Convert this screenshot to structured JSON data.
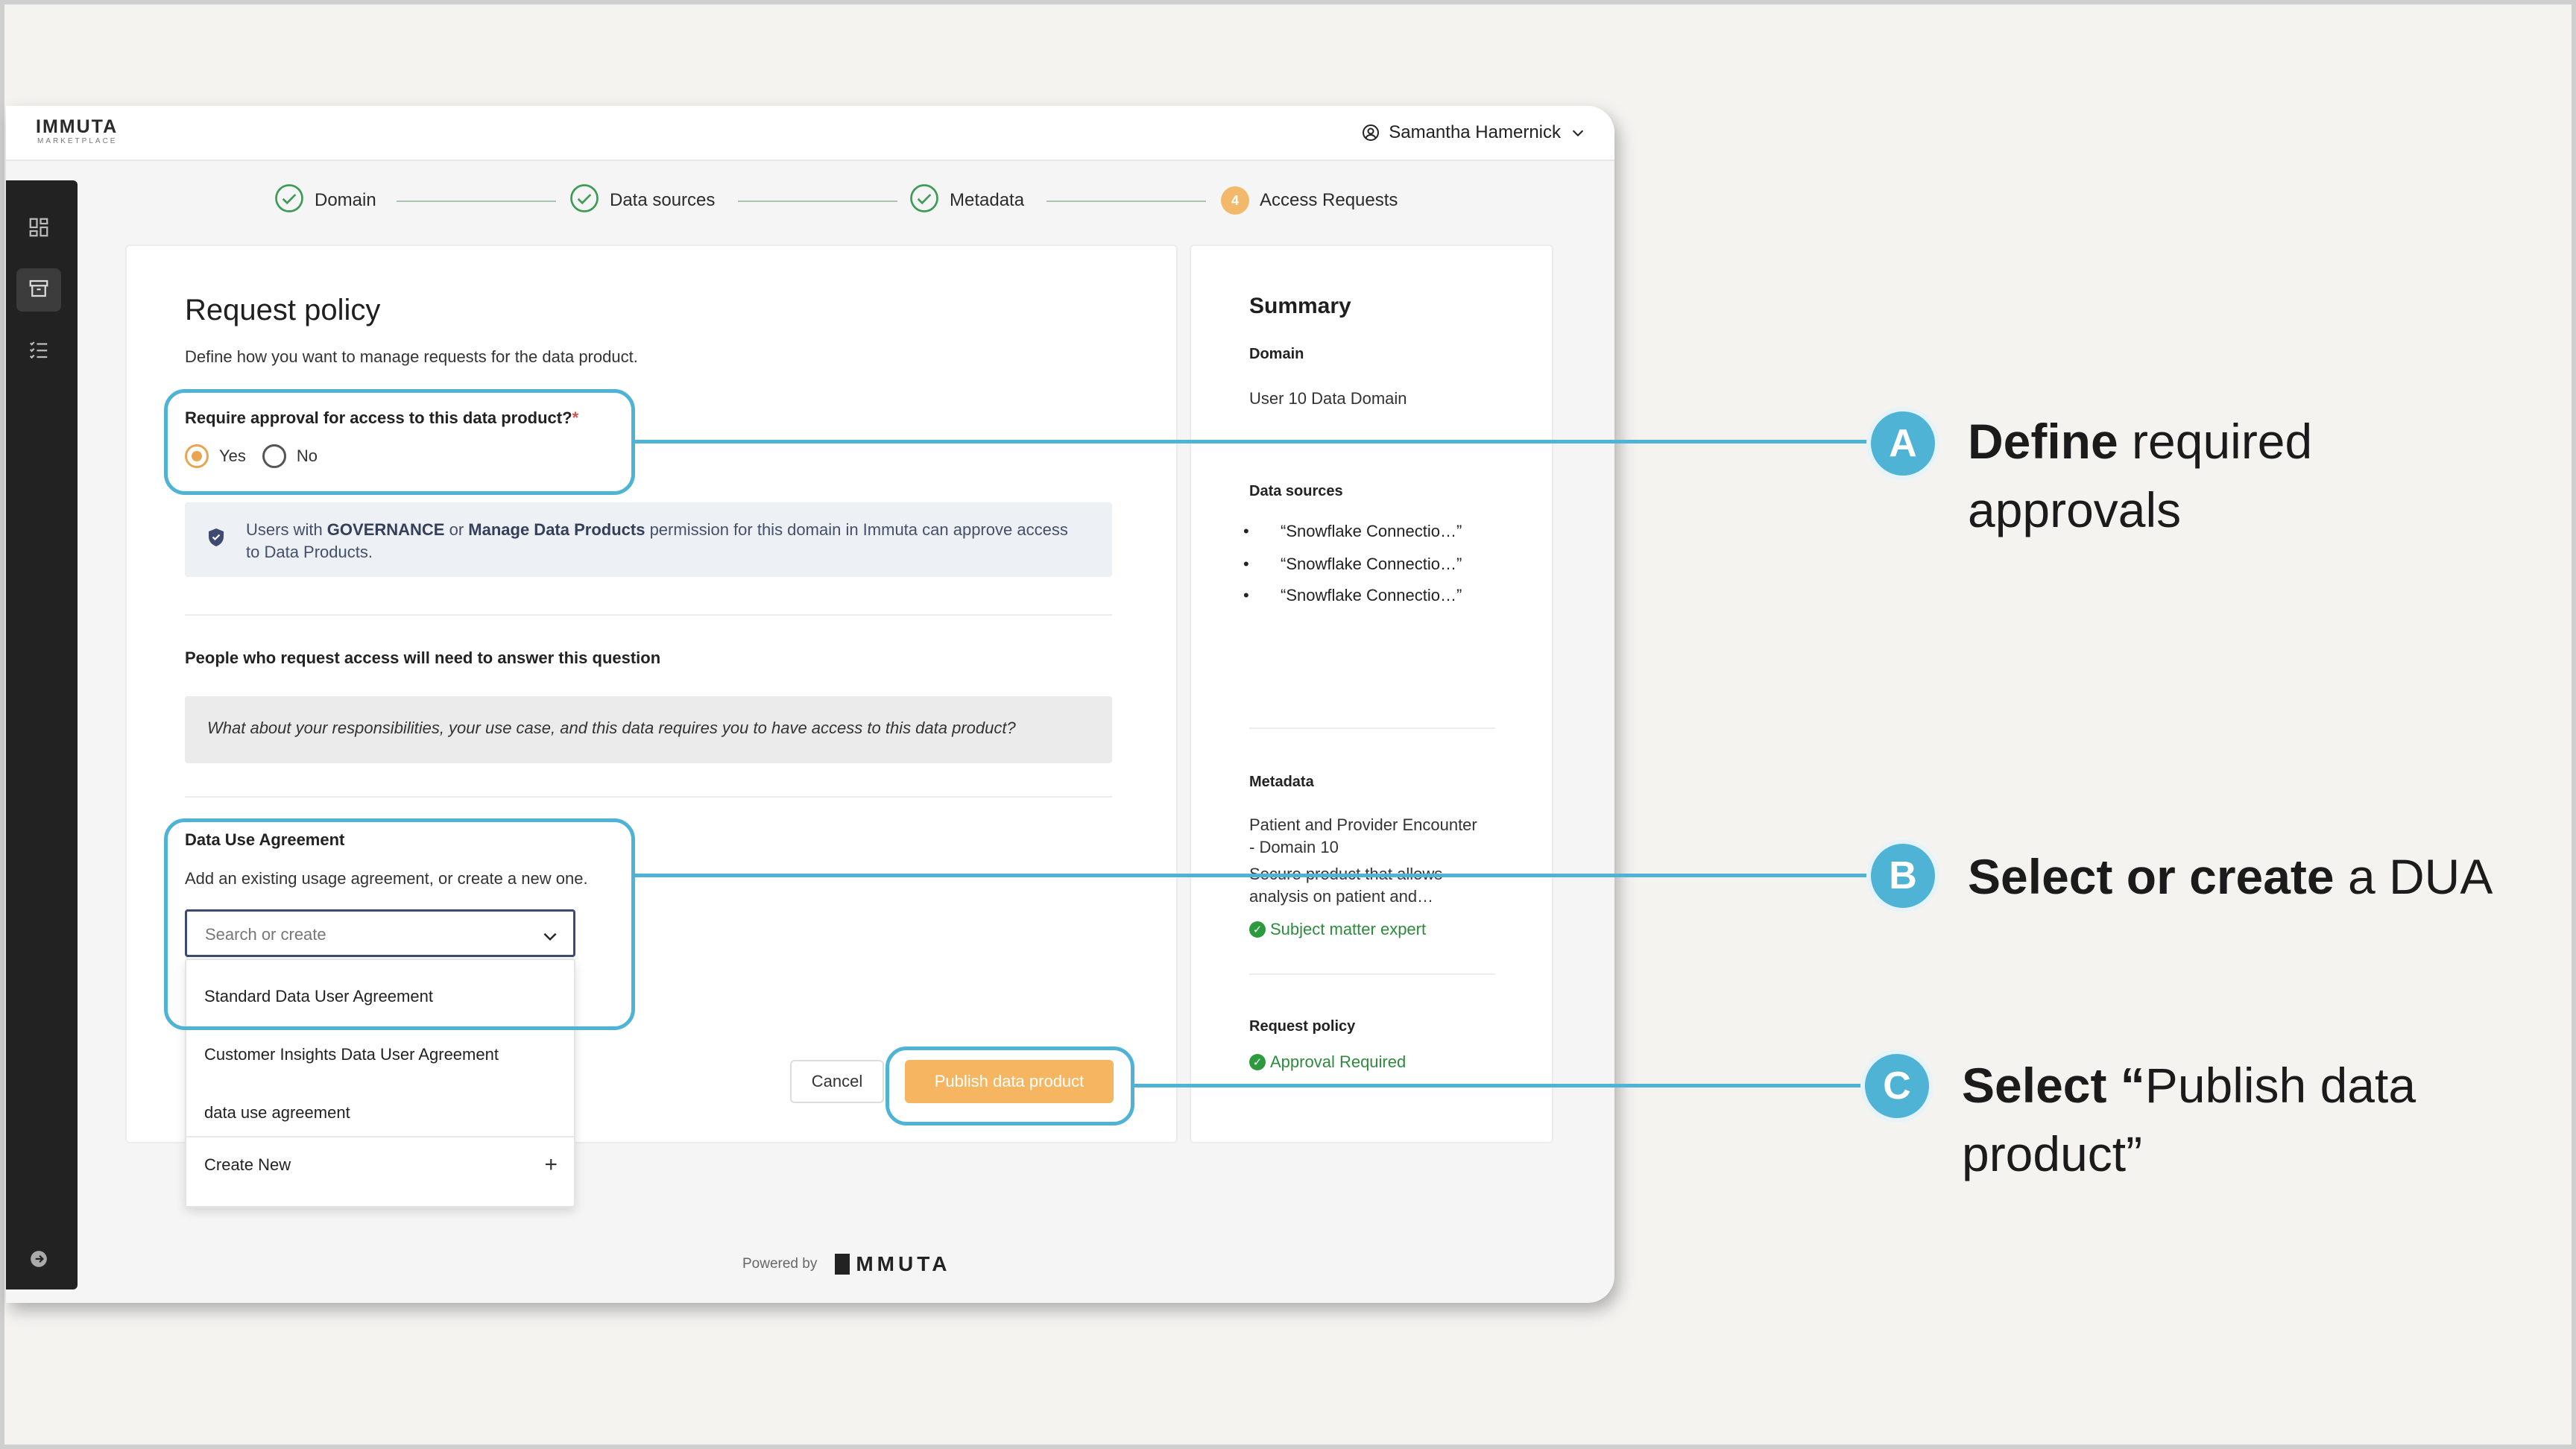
{
  "app": {
    "logo": "IMMUTA",
    "logo_sub": "MARKETPLACE",
    "user_name": "Samantha Hamernick"
  },
  "stepper": {
    "steps": [
      {
        "label": "Domain",
        "state": "complete"
      },
      {
        "label": "Data sources",
        "state": "complete"
      },
      {
        "label": "Metadata",
        "state": "complete"
      },
      {
        "label": "Access Requests",
        "state": "current",
        "number": "4"
      }
    ]
  },
  "form": {
    "title": "Request policy",
    "description": "Define how you want to manage requests for the data product.",
    "approval_question": "Require approval for access to this data product?",
    "required_mark": "*",
    "yes_label": "Yes",
    "no_label": "No",
    "selected": "Yes",
    "info_prefix": "Users with ",
    "info_governance": "GOVERNANCE",
    "info_or": " or ",
    "info_manage": "Manage Data Products",
    "info_suffix": " permission for this domain in Immuta can approve access to Data Products.",
    "question_label": "People who request access will need to answer this question",
    "question_text": "What about your responsibilities, your use case, and this data requires you to have access to this data product?",
    "dua_label": "Data Use Agreement",
    "dua_desc": "Add an existing usage agreement, or create a new one.",
    "dua_placeholder": "Search or create",
    "dua_options": [
      "Standard Data User Agreement",
      "Customer Insights Data User Agreement",
      "data use agreement"
    ],
    "create_new": "Create New",
    "create_icon": "+",
    "cancel_label": "Cancel",
    "publish_label": "Publish data product"
  },
  "summary": {
    "title": "Summary",
    "domain_heading": "Domain",
    "domain_value": "User 10 Data Domain",
    "sources_heading": "Data sources",
    "sources": [
      "“Snowflake Connectio…”",
      "“Snowflake Connectio…”",
      "“Snowflake Connectio…”"
    ],
    "metadata_heading": "Metadata",
    "metadata_name_1": "Patient and Provider Encounter",
    "metadata_name_2": "- Domain 10",
    "metadata_desc_1": "Secure product that allows",
    "metadata_desc_2": "analysis on patient and…",
    "metadata_expert": "Subject matter expert",
    "policy_heading": "Request policy",
    "policy_value": "Approval Required"
  },
  "footer": {
    "powered_by": "Powered by",
    "logo": "MMUTA"
  },
  "callouts": [
    {
      "letter": "A",
      "bold": "Define",
      "rest": " required approvals"
    },
    {
      "letter": "B",
      "bold": "Select or create",
      "rest": " a DUA"
    },
    {
      "letter": "C",
      "bold": "Select “",
      "rest": "Publish data product”"
    }
  ],
  "colors": {
    "accent": "#4fb3d6",
    "primary_button": "#f5b561",
    "success": "#2e8b3e",
    "sidebar": "#222222"
  }
}
